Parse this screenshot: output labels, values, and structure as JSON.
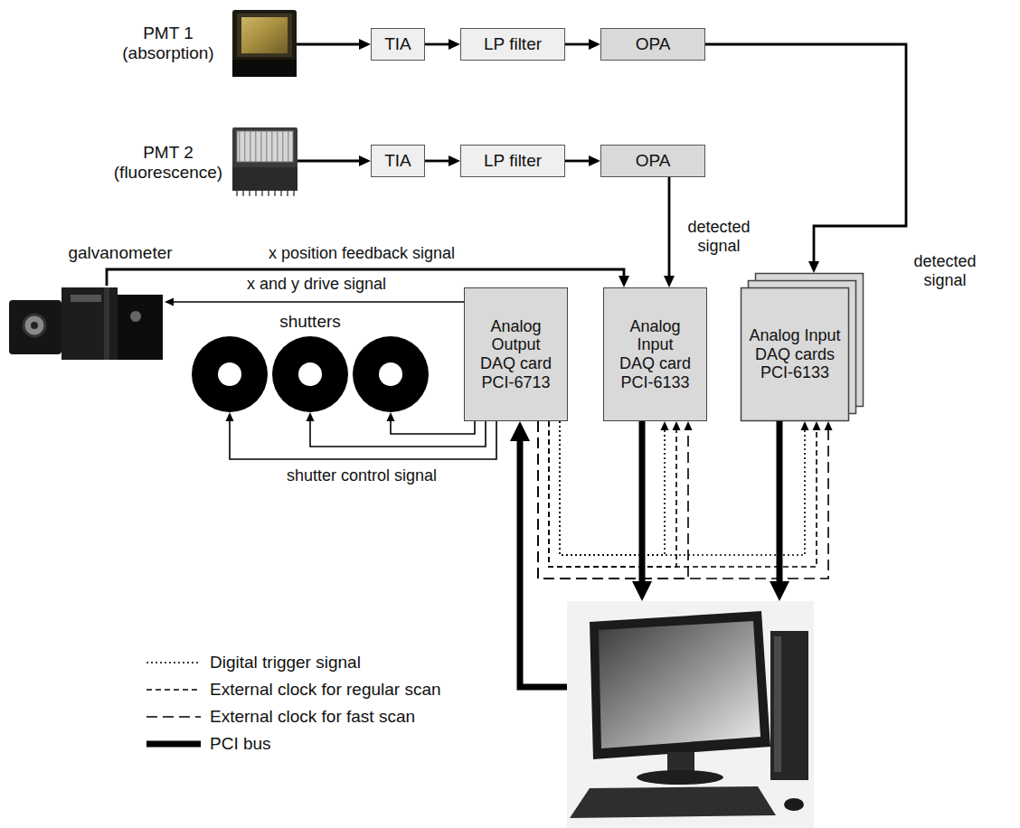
{
  "diagram": {
    "nodes": [
      {
        "text": [
          "PMT 1 (absorption)"
        ]
      },
      {
        "text": [
          "TIA"
        ]
      },
      {
        "text": [
          "LP filter"
        ]
      },
      {
        "text": [
          "OPA"
        ]
      },
      {
        "text": [
          "PMT 2 (fluorescence)"
        ]
      },
      {
        "text": [
          "TIA"
        ]
      },
      {
        "text": [
          "LP filter"
        ]
      },
      {
        "text": [
          "OPA"
        ]
      },
      {
        "text": [
          "galvanometer"
        ]
      },
      {
        "text": [
          "Analog Output DAQ card PCI-6713"
        ]
      },
      {
        "text": [
          "Analog Input DAQ card PCI-6133"
        ]
      },
      {
        "text": [
          "Analog Input DAQ cards PCI-6133"
        ]
      },
      {
        "text": [
          "shutters"
        ]
      },
      {
        "text": []
      }
    ],
    "edges": [
      {
        "from": 0,
        "to": 1,
        "arrow": "to"
      },
      {
        "from": 1,
        "to": 2,
        "arrow": "to"
      },
      {
        "from": 2,
        "to": 3,
        "arrow": "to"
      },
      {
        "from": 4,
        "to": 5,
        "arrow": "to"
      },
      {
        "from": 5,
        "to": 6,
        "arrow": "to"
      },
      {
        "from": 6,
        "to": 7,
        "arrow": "to"
      },
      {
        "from": 3,
        "to": 11,
        "label": "detected signal",
        "arrow": "to"
      },
      {
        "from": 7,
        "to": 10,
        "label": "detected signal",
        "arrow": "to"
      },
      {
        "from": 8,
        "to": 10,
        "label": "x position feedback signal",
        "arrow": "to"
      },
      {
        "from": 9,
        "to": 8,
        "label": "x and y drive signal",
        "arrow": "to"
      },
      {
        "from": 9,
        "to": 12,
        "label": "shutter control signal",
        "arrow": "to"
      },
      {
        "from": 9,
        "to": 12,
        "arrow": "to"
      },
      {
        "from": 9,
        "to": 12,
        "arrow": "to"
      },
      {
        "from": 9,
        "to": 10,
        "arrow": "to"
      },
      {
        "from": 9,
        "to": 11,
        "arrow": "to"
      },
      {
        "from": 9,
        "to": 10,
        "arrow": "to"
      },
      {
        "from": 9,
        "to": 11,
        "arrow": "to"
      },
      {
        "from": 9,
        "to": 10,
        "arrow": "to"
      },
      {
        "from": 9,
        "to": 11,
        "arrow": "to"
      },
      {
        "from": 13,
        "to": 9,
        "arrow": "to"
      },
      {
        "from": 10,
        "to": 13,
        "arrow": "to"
      },
      {
        "from": 11,
        "to": 13,
        "arrow": "to"
      }
    ],
    "legend": [
      {
        "text": "Digital trigger signal"
      },
      {
        "text": "External clock for regular scan"
      },
      {
        "text": "External clock for fast scan"
      },
      {
        "text": "PCI bus"
      }
    ]
  }
}
